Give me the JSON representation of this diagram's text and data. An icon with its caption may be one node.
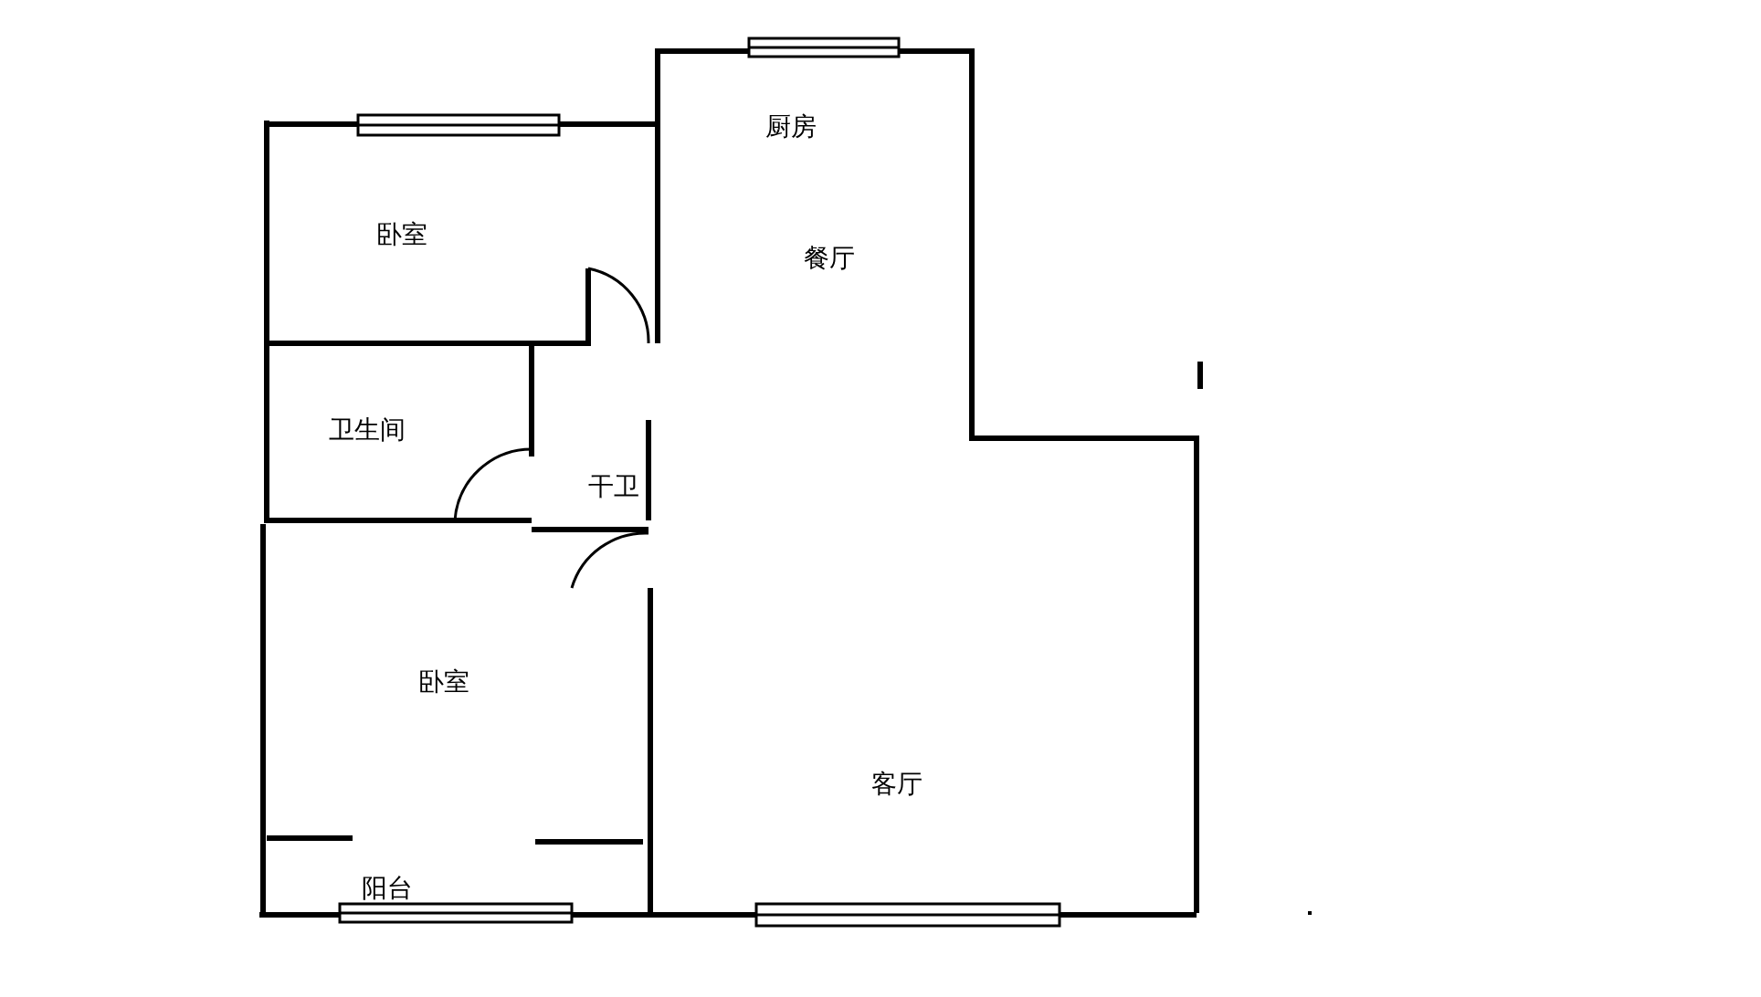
{
  "diagram": {
    "labels": [
      "厨房",
      "卧室",
      "餐厅",
      "卫生间",
      "干卫",
      "卧室",
      "客厅",
      "阳台"
    ]
  }
}
